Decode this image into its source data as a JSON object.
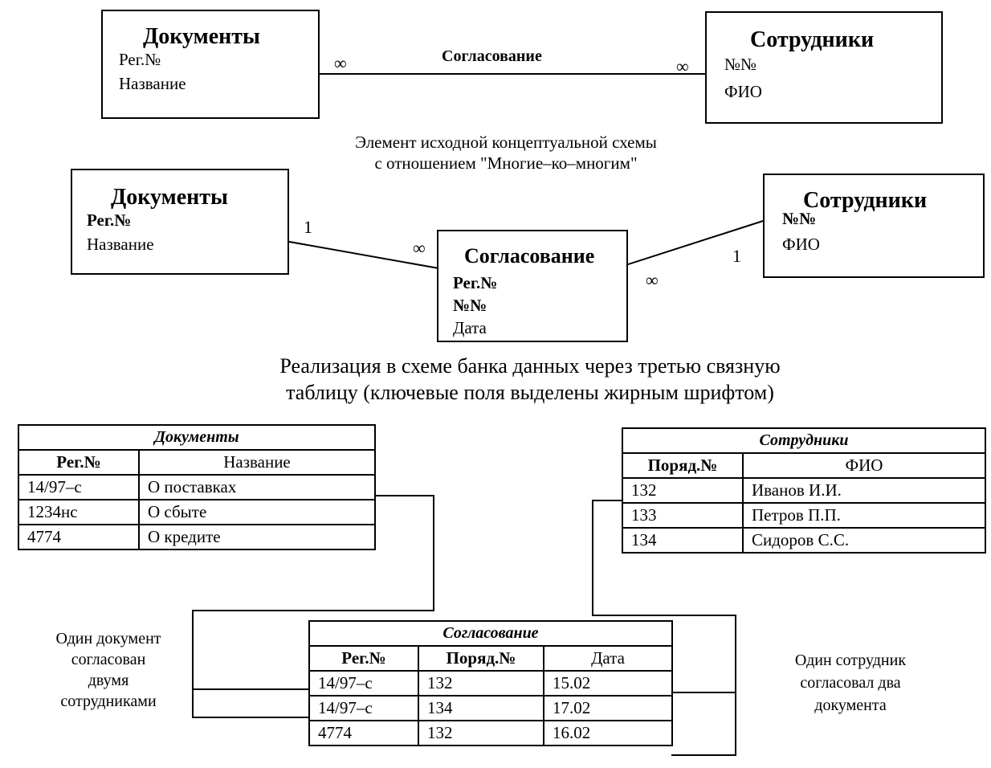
{
  "top": {
    "left_entity": {
      "title": "Документы",
      "fields": [
        "Рег.№",
        "Название"
      ]
    },
    "right_entity": {
      "title": "Сотрудники",
      "fields": [
        "№№",
        "ФИО"
      ]
    },
    "relation_label": "Согласование",
    "left_card": "∞",
    "right_card": "∞",
    "caption_line1": "Элемент исходной концептуальной схемы",
    "caption_line2": "с отношением \"Многие–ко–многим\""
  },
  "middle": {
    "left_entity": {
      "title": "Документы",
      "key_field": "Рег.№",
      "field": "Название"
    },
    "link_entity": {
      "title": "Согласование",
      "key_fields": [
        "Рег.№",
        "№№"
      ],
      "field": "Дата"
    },
    "right_entity": {
      "title": "Сотрудники",
      "key_field": "№№",
      "field": "ФИО"
    },
    "card_left_one": "1",
    "card_left_many": "∞",
    "card_right_one": "1",
    "card_right_many": "∞",
    "caption_line1": "Реализация в схеме банка данных через третью связную",
    "caption_line2": "таблицу (ключевые поля выделены жирным шрифтом)"
  },
  "tables": {
    "documents": {
      "title": "Документы",
      "headers": [
        "Рег.№",
        "Название"
      ],
      "rows": [
        [
          "14/97–с",
          "О поставках"
        ],
        [
          "1234нс",
          "О сбыте"
        ],
        [
          "4774",
          "О кредите"
        ]
      ]
    },
    "employees": {
      "title": "Сотрудники",
      "headers": [
        "Поряд.№",
        "ФИО"
      ],
      "rows": [
        [
          "132",
          "Иванов И.И."
        ],
        [
          "133",
          "Петров П.П."
        ],
        [
          "134",
          "Сидоров С.С."
        ]
      ]
    },
    "approval": {
      "title": "Согласование",
      "headers": [
        "Рег.№",
        "Поряд.№",
        "Дата"
      ],
      "rows": [
        [
          "14/97–с",
          "132",
          "15.02"
        ],
        [
          "14/97–с",
          "134",
          "17.02"
        ],
        [
          "4774",
          "132",
          "16.02"
        ]
      ]
    }
  },
  "notes": {
    "left": [
      "Один документ",
      "согласован",
      "двумя",
      "сотрудниками"
    ],
    "right": [
      "Один сотрудник",
      "согласовал два",
      "документа"
    ]
  }
}
